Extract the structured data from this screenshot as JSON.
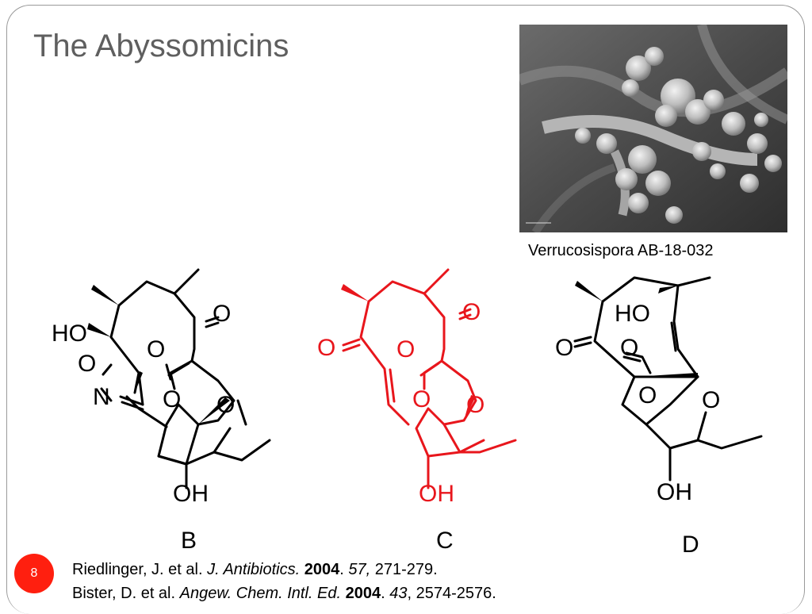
{
  "slide": {
    "title": "The Abyssomicins",
    "photo_caption": "Verrucosispora AB-18-032",
    "slide_number": "8"
  },
  "structures": [
    {
      "label": "B",
      "color": "#000000",
      "atoms": {
        "ho": "HO",
        "o_ring": "O",
        "n": "N",
        "ketone": "O",
        "lactone_o": "O",
        "ring_o": "O",
        "ether_o": "O",
        "oh": "OH"
      }
    },
    {
      "label": "C",
      "color": "#e8161c",
      "atoms": {
        "enone_o": "O",
        "ketone": "O",
        "lactone_o": "O",
        "ring_o": "O",
        "ether_o": "O",
        "oh": "OH"
      }
    },
    {
      "label": "D",
      "color": "#000000",
      "atoms": {
        "ho": "HO",
        "ketone": "O",
        "lactone_o": "O",
        "ring_o": "O",
        "ether_o": "O",
        "oh": "OH"
      }
    }
  ],
  "references": [
    {
      "authors": "Riedlinger, J. et al. ",
      "journal": "J. Antibiotics.",
      "year": "2004",
      "volume": "57,",
      "pages": "271-279."
    },
    {
      "authors": "Bister, D. et al. ",
      "journal": "Angew. Chem. Intl. Ed.",
      "year": "2004",
      "volume": "43",
      "pages": "2574-2576."
    }
  ],
  "colors": {
    "title": "#5f5f5f",
    "highlight": "#e8161c",
    "slide_badge": "#ff1f0f"
  }
}
